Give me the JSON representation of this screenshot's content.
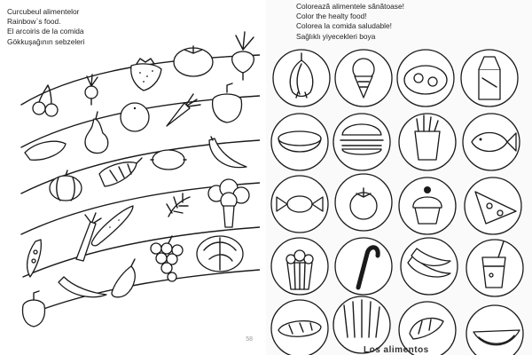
{
  "left_page": {
    "captions": [
      "Curcubeul alimentelor",
      "Rainbow`s food.",
      "El arcoiris de la comida",
      "Gökkuşağının sebzeleri"
    ],
    "page_number": "58"
  },
  "right_page": {
    "captions": [
      "Colorează alimentele sănătoase!",
      "Color the healty food!",
      "Colorea la comida saludable!",
      "Sağlıklı yiyecekleri boya"
    ],
    "footer_text": "Los alimentos"
  },
  "icons": {
    "rainbow": [
      "cherries-icon",
      "radish-icon",
      "strawberry-icon",
      "tomato-icon",
      "beet-icon",
      "sweet-potato-icon",
      "squash-icon",
      "orange-icon",
      "carrot-icon",
      "pepper-icon",
      "corn-icon",
      "lemon-icon",
      "banana-icon",
      "pumpkin-icon",
      "cucumber-icon",
      "herb-icon",
      "broccoli-icon",
      "peapod-icon",
      "celery-icon",
      "grapes-icon",
      "cabbage-icon",
      "eggplant-icon",
      "green-bell-pepper-icon"
    ],
    "grid": [
      "onion-icon",
      "ice-cream-icon",
      "eggs-icon",
      "milk-carton-icon",
      "bowl-icon",
      "burger-icon",
      "fries-box-icon",
      "fish-icon",
      "candy-icon",
      "tomato-icon",
      "cupcake-icon",
      "pizza-icon",
      "popcorn-icon",
      "candy-cane-icon",
      "bananas-icon",
      "soda-icon",
      "bread-icon",
      "fries-icon",
      "shrimp-icon",
      "melon-icon"
    ]
  }
}
